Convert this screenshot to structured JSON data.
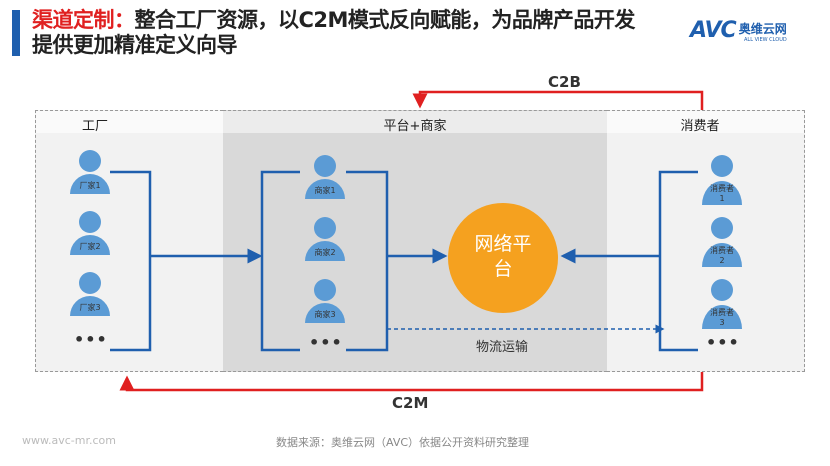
{
  "header": {
    "title_highlight": "渠道定制：",
    "title_line1": "整合工厂资源，以C2M模式反向赋能，为品牌产品开发",
    "title_line2": "提供更加精准定义向导"
  },
  "logo": {
    "mark": "AVC",
    "cn": "奥维云网",
    "en": "ALL VIEW CLOUD"
  },
  "columns": {
    "factory": "工厂",
    "platform": "平台+商家",
    "consumer": "消费者"
  },
  "factories": [
    "厂家1",
    "厂家2",
    "厂家3"
  ],
  "merchants": [
    "商家1",
    "商家2",
    "商家3"
  ],
  "consumers": [
    "消费者\n1",
    "消费者\n2",
    "消费者\n3"
  ],
  "ellipsis": "•••",
  "center": {
    "line1": "网络平",
    "line2": "台"
  },
  "logistics": "物流运输",
  "flows": {
    "c2b": "C2B",
    "c2m": "C2M"
  },
  "colors": {
    "blue": "#1f5fae",
    "person": "#5b9bd5",
    "orange": "#f5a11f",
    "red": "#e02020"
  },
  "footer": {
    "url": "www.avc-mr.com",
    "source": "数据来源：奥维云网（AVC）依据公开资料研究整理"
  }
}
